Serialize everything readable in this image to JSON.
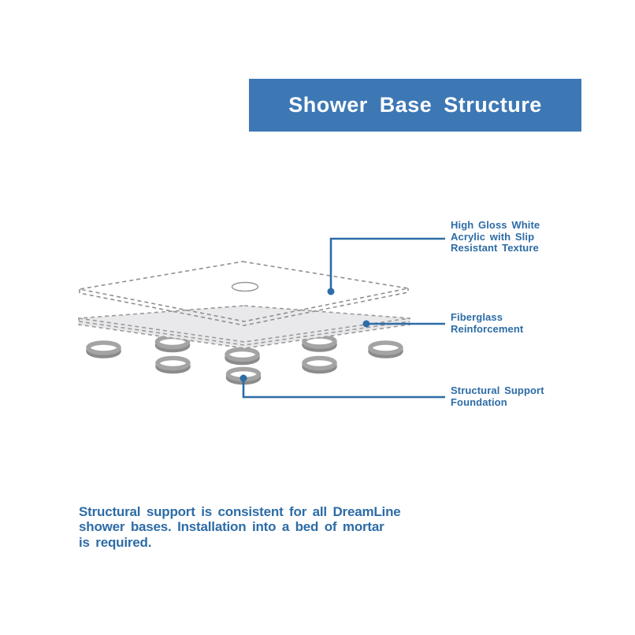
{
  "banner": {
    "title": "Shower Base Structure",
    "bg_color": "#3d78b5",
    "text_color": "#ffffff"
  },
  "diagram": {
    "accent_color": "#2d6ca6",
    "layer_fill_color": "#e9e9ec",
    "callouts": [
      {
        "id": "acrylic",
        "label": "High Gloss White\nAcrylic with Slip\nResistant Texture"
      },
      {
        "id": "fiberglass",
        "label": "Fiberglass\nReinforcement"
      },
      {
        "id": "foundation",
        "label": "Structural Support\nFoundation"
      }
    ]
  },
  "footnote": {
    "text": "Structural support is consistent for all DreamLine\nshower bases. Installation into a bed of mortar\nis required."
  }
}
